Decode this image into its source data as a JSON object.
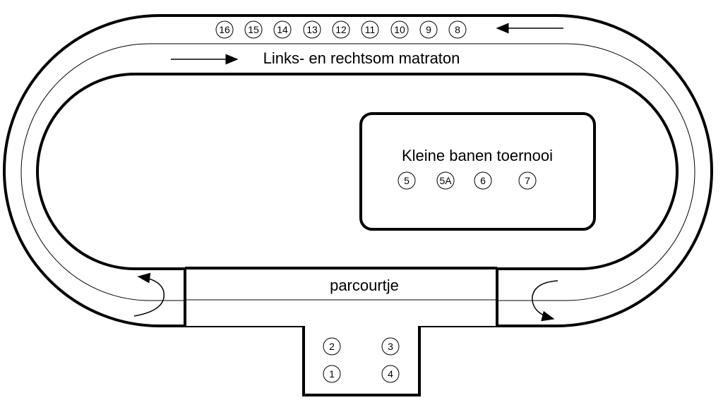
{
  "labels": {
    "track": "Links- en rechtsom matraton",
    "small_tracks": "Kleine banen toernooi",
    "course": "parcourtje"
  },
  "stations": {
    "top_row": [
      "16",
      "15",
      "14",
      "13",
      "12",
      "11",
      "10",
      "9",
      "8"
    ],
    "center": [
      "5",
      "5A",
      "6",
      "7"
    ],
    "bottom_left": [
      "2",
      "1"
    ],
    "bottom_right": [
      "3",
      "4"
    ]
  },
  "colors": {
    "stroke": "#000000",
    "background": "#ffffff"
  }
}
